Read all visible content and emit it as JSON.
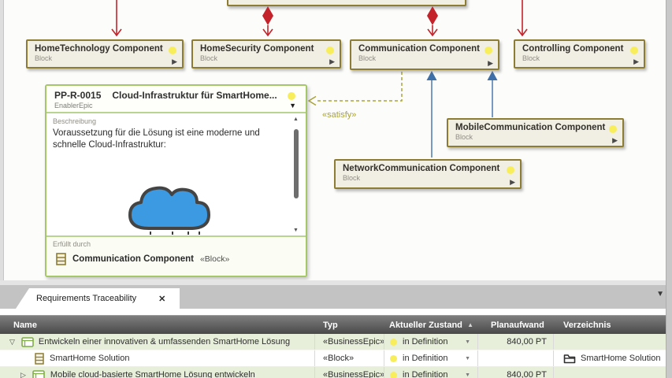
{
  "icons": {
    "play": "▶",
    "dropdown": "▼",
    "caret_down": "▼",
    "sort_asc": "▲",
    "tree_open": "▽",
    "tree_closed": "▷",
    "scroll_up": "▲",
    "scroll_down": "▼",
    "panel_collapse": "▼",
    "close": "✕"
  },
  "colors": {
    "accent_red": "#c5232b",
    "accent_blue": "#3f6fa8",
    "olive_border": "#8d7c33",
    "satisfy_olive": "#a8a339",
    "card_green": "#a4c869",
    "status_yellow": "#f8ee5c",
    "row_green": "#e7efda"
  },
  "diagram": {
    "satisfy_label": "«satisfy»",
    "components": [
      {
        "title": "HomeTechnology Component",
        "subtitle": "Block"
      },
      {
        "title": "HomeSecurity Component",
        "subtitle": "Block"
      },
      {
        "title": "Communication Component",
        "subtitle": "Block"
      },
      {
        "title": "Controlling Component",
        "subtitle": "Block"
      },
      {
        "title": "MobileCommunication Component",
        "subtitle": "Block"
      },
      {
        "title": "NetworkCommunication Component",
        "subtitle": "Block"
      }
    ],
    "requirement_card": {
      "id": "PP-R-0015",
      "title": "Cloud-Infrastruktur für SmartHome...",
      "stereotype": "EnablerEpic",
      "description_label": "Beschreibung",
      "description": "Voraussetzung für die Lösung ist eine moderne und schnelle Cloud-Infrastruktur:",
      "fulfilled_label": "Erfüllt durch",
      "fulfilled_by": "Communication Component",
      "fulfilled_by_stereotype": "«Block»"
    }
  },
  "panel": {
    "tab_label": "Requirements Traceability",
    "table": {
      "columns": [
        "Name",
        "Typ",
        "Aktueller Zustand",
        "Planaufwand",
        "Verzeichnis"
      ],
      "rows": [
        {
          "name": "Entwickeln einer innovativen & umfassenden SmartHome Lösung",
          "typ": "«BusinessEpic»",
          "zustand": "in Definition",
          "planaufwand": "840,00 PT",
          "verzeichnis": ""
        },
        {
          "name": "SmartHome Solution",
          "typ": "«Block»",
          "zustand": "in Definition",
          "planaufwand": "",
          "verzeichnis": "SmartHome Solution"
        },
        {
          "name": "Mobile cloud-basierte SmartHome Lösung entwickeln",
          "typ": "«BusinessEpic»",
          "zustand": "in Definition",
          "planaufwand": "840,00 PT",
          "verzeichnis": ""
        }
      ]
    }
  }
}
